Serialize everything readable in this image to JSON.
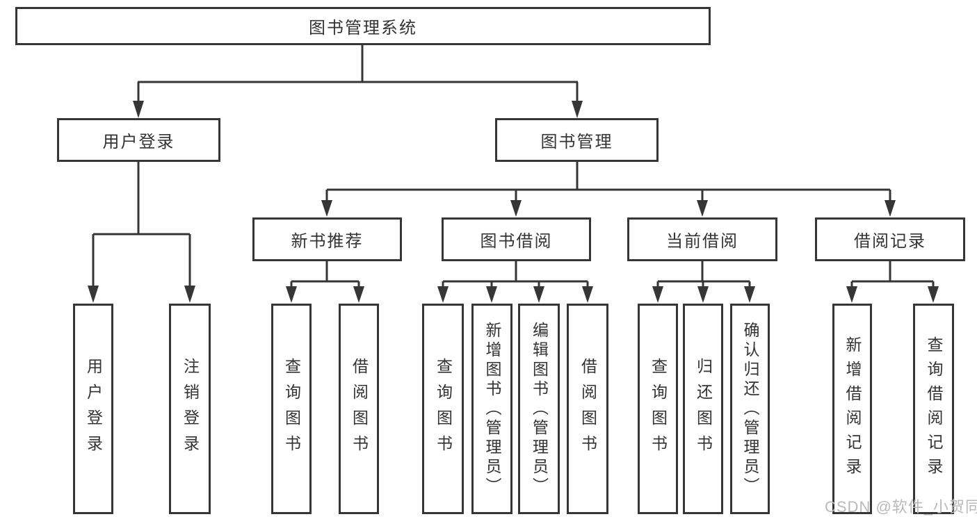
{
  "diagram": {
    "title": "图书管理系统",
    "root": {
      "label": "图书管理系统"
    },
    "level2": [
      {
        "label": "用户登录"
      },
      {
        "label": "图书管理"
      }
    ],
    "level3": [
      {
        "label": "新书推荐"
      },
      {
        "label": "图书借阅"
      },
      {
        "label": "当前借阅"
      },
      {
        "label": "借阅记录"
      }
    ],
    "leaves": [
      {
        "label": "用户登录",
        "parent": "用户登录"
      },
      {
        "label": "注销登录",
        "parent": "用户登录"
      },
      {
        "label": "查询图书",
        "parent": "新书推荐"
      },
      {
        "label": "借阅图书",
        "parent": "新书推荐"
      },
      {
        "label": "查询图书",
        "parent": "图书借阅"
      },
      {
        "label": "新增图书（管理员）",
        "parent": "图书借阅"
      },
      {
        "label": "编辑图书（管理员）",
        "parent": "图书借阅"
      },
      {
        "label": "借阅图书",
        "parent": "图书借阅"
      },
      {
        "label": "查询图书",
        "parent": "当前借阅"
      },
      {
        "label": "归还图书",
        "parent": "当前借阅"
      },
      {
        "label": "确认归还（管理员）",
        "parent": "当前借阅"
      },
      {
        "label": "新增借阅记录",
        "parent": "借阅记录"
      },
      {
        "label": "查询借阅记录",
        "parent": "借阅记录"
      }
    ],
    "watermark": "CSDN @软件_小贺同学",
    "colors": {
      "line": "#363636",
      "box_border": "#363636",
      "text": "#333333",
      "watermark": "#b9b9b9",
      "background": "#ffffff"
    }
  }
}
